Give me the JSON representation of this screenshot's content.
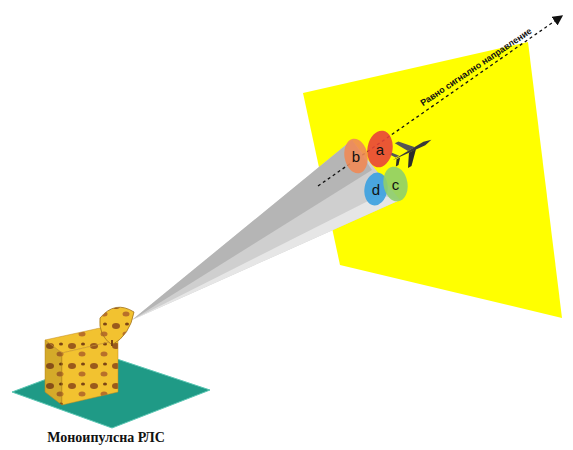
{
  "diagram": {
    "nodes": [
      {
        "text": [
          "b"
        ]
      },
      {
        "text": [
          "a"
        ]
      },
      {
        "text": [
          "d"
        ]
      },
      {
        "text": [
          "c"
        ]
      }
    ],
    "labels": [
      "Равно сигнално направление",
      "Моноипулсна РЛС"
    ]
  }
}
